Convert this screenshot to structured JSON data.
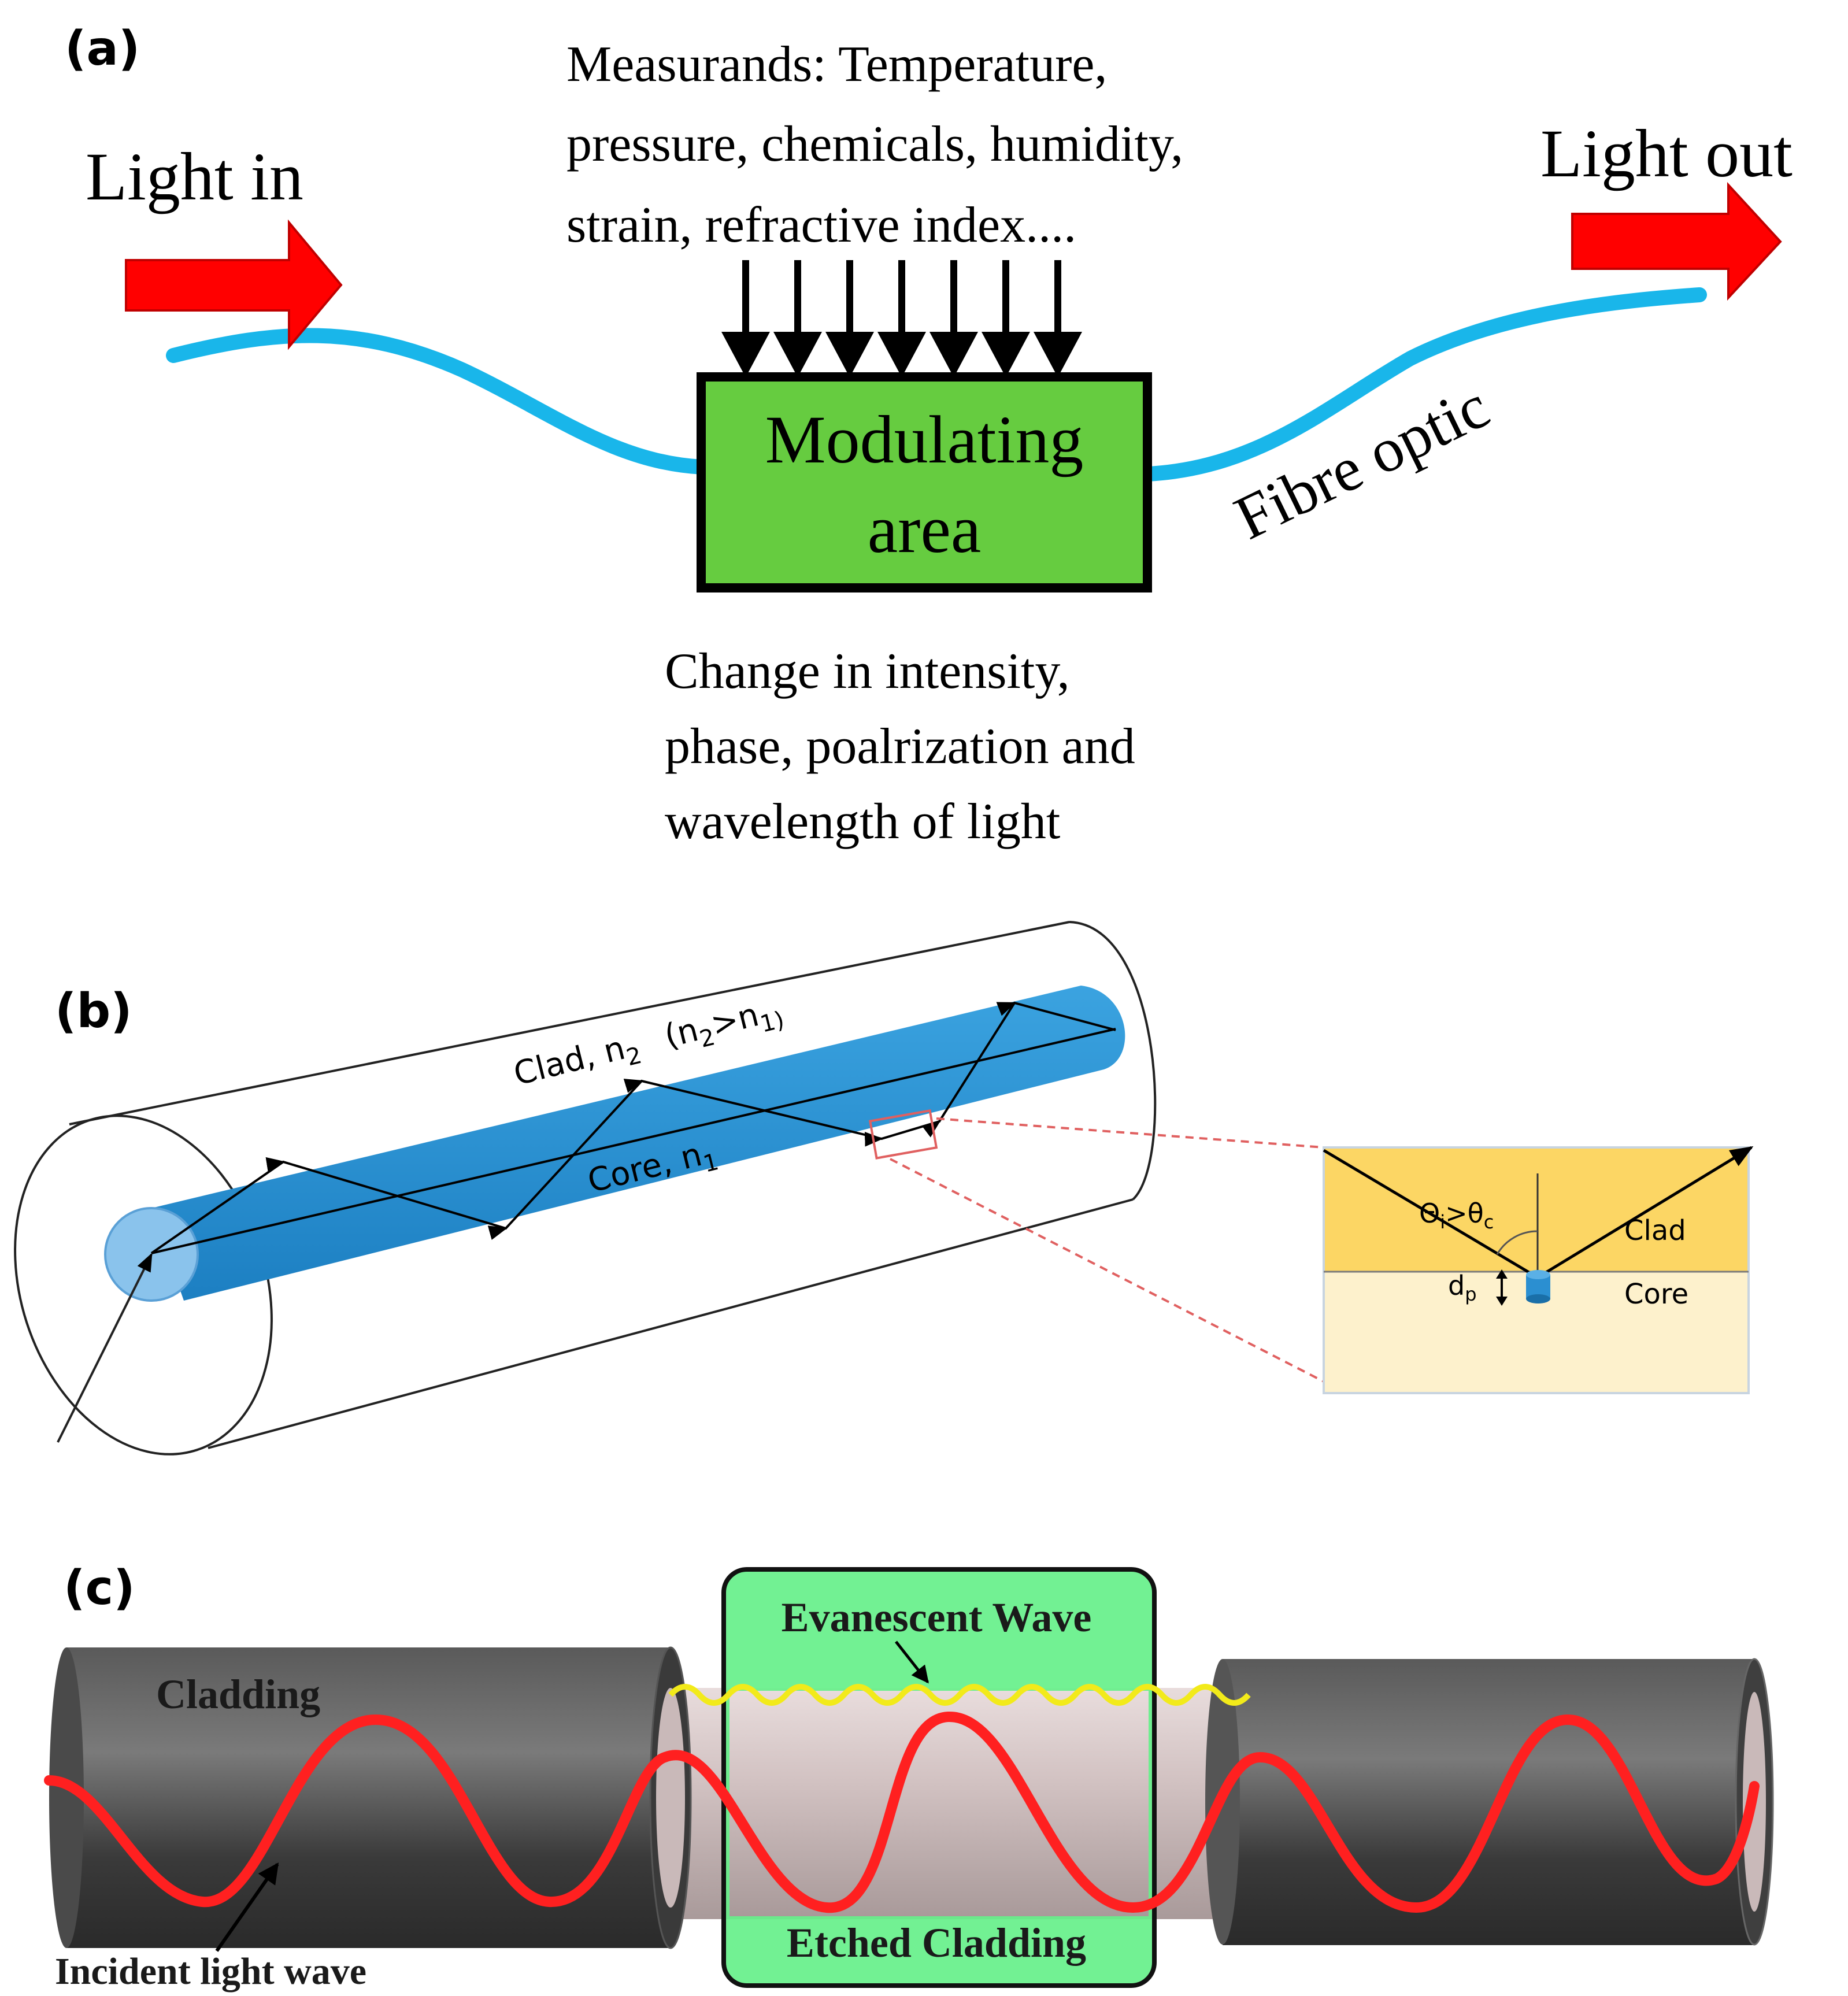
{
  "panel_a": {
    "label": "(a)",
    "light_in": "Light in",
    "light_out": "Light out",
    "measurands": [
      "Measurands: Temperature,",
      "pressure, chemicals, humidity,",
      "strain, refractive index...."
    ],
    "box_lines": [
      "Modulating",
      "area"
    ],
    "fibre_label": "Fibre optic",
    "change_lines": [
      "Change in intensity,",
      "phase, poalrization and",
      "wavelength of light"
    ],
    "colors": {
      "fibre": "#19b6ea",
      "arrow": "#ff0000",
      "box": "#66cc40"
    }
  },
  "panel_b": {
    "label": "(b)",
    "clad_label": "Clad, n",
    "clad_sub": "2",
    "clad_cond_open": "(n",
    "clad_cond_sub1": "2",
    "clad_cond_gt": ">n",
    "clad_cond_sub2": "1)",
    "core_label": "Core, n",
    "core_sub": "1",
    "inset": {
      "theta_i": "Θ",
      "theta_i_sub": "i",
      "gt": ">θ",
      "theta_c_sub": "c",
      "clad": "Clad",
      "core": "Core",
      "dp": "d",
      "dp_sub": "p"
    },
    "colors": {
      "core": "#2b8fd1",
      "clad_inset": "#fcd664",
      "core_inset": "#fdf1cc",
      "zoom": "#e06060"
    }
  },
  "panel_c": {
    "label": "(c)",
    "evanescent": "Evanescent Wave",
    "cladding": "Cladding",
    "etched": "Etched Cladding",
    "incident": "Incident light wave",
    "colors": {
      "cladding": "#444444",
      "core": "#d8c8c8",
      "box": "#66f08a",
      "wave": "#ff2020",
      "evanescent": "#f2ea1a"
    }
  }
}
